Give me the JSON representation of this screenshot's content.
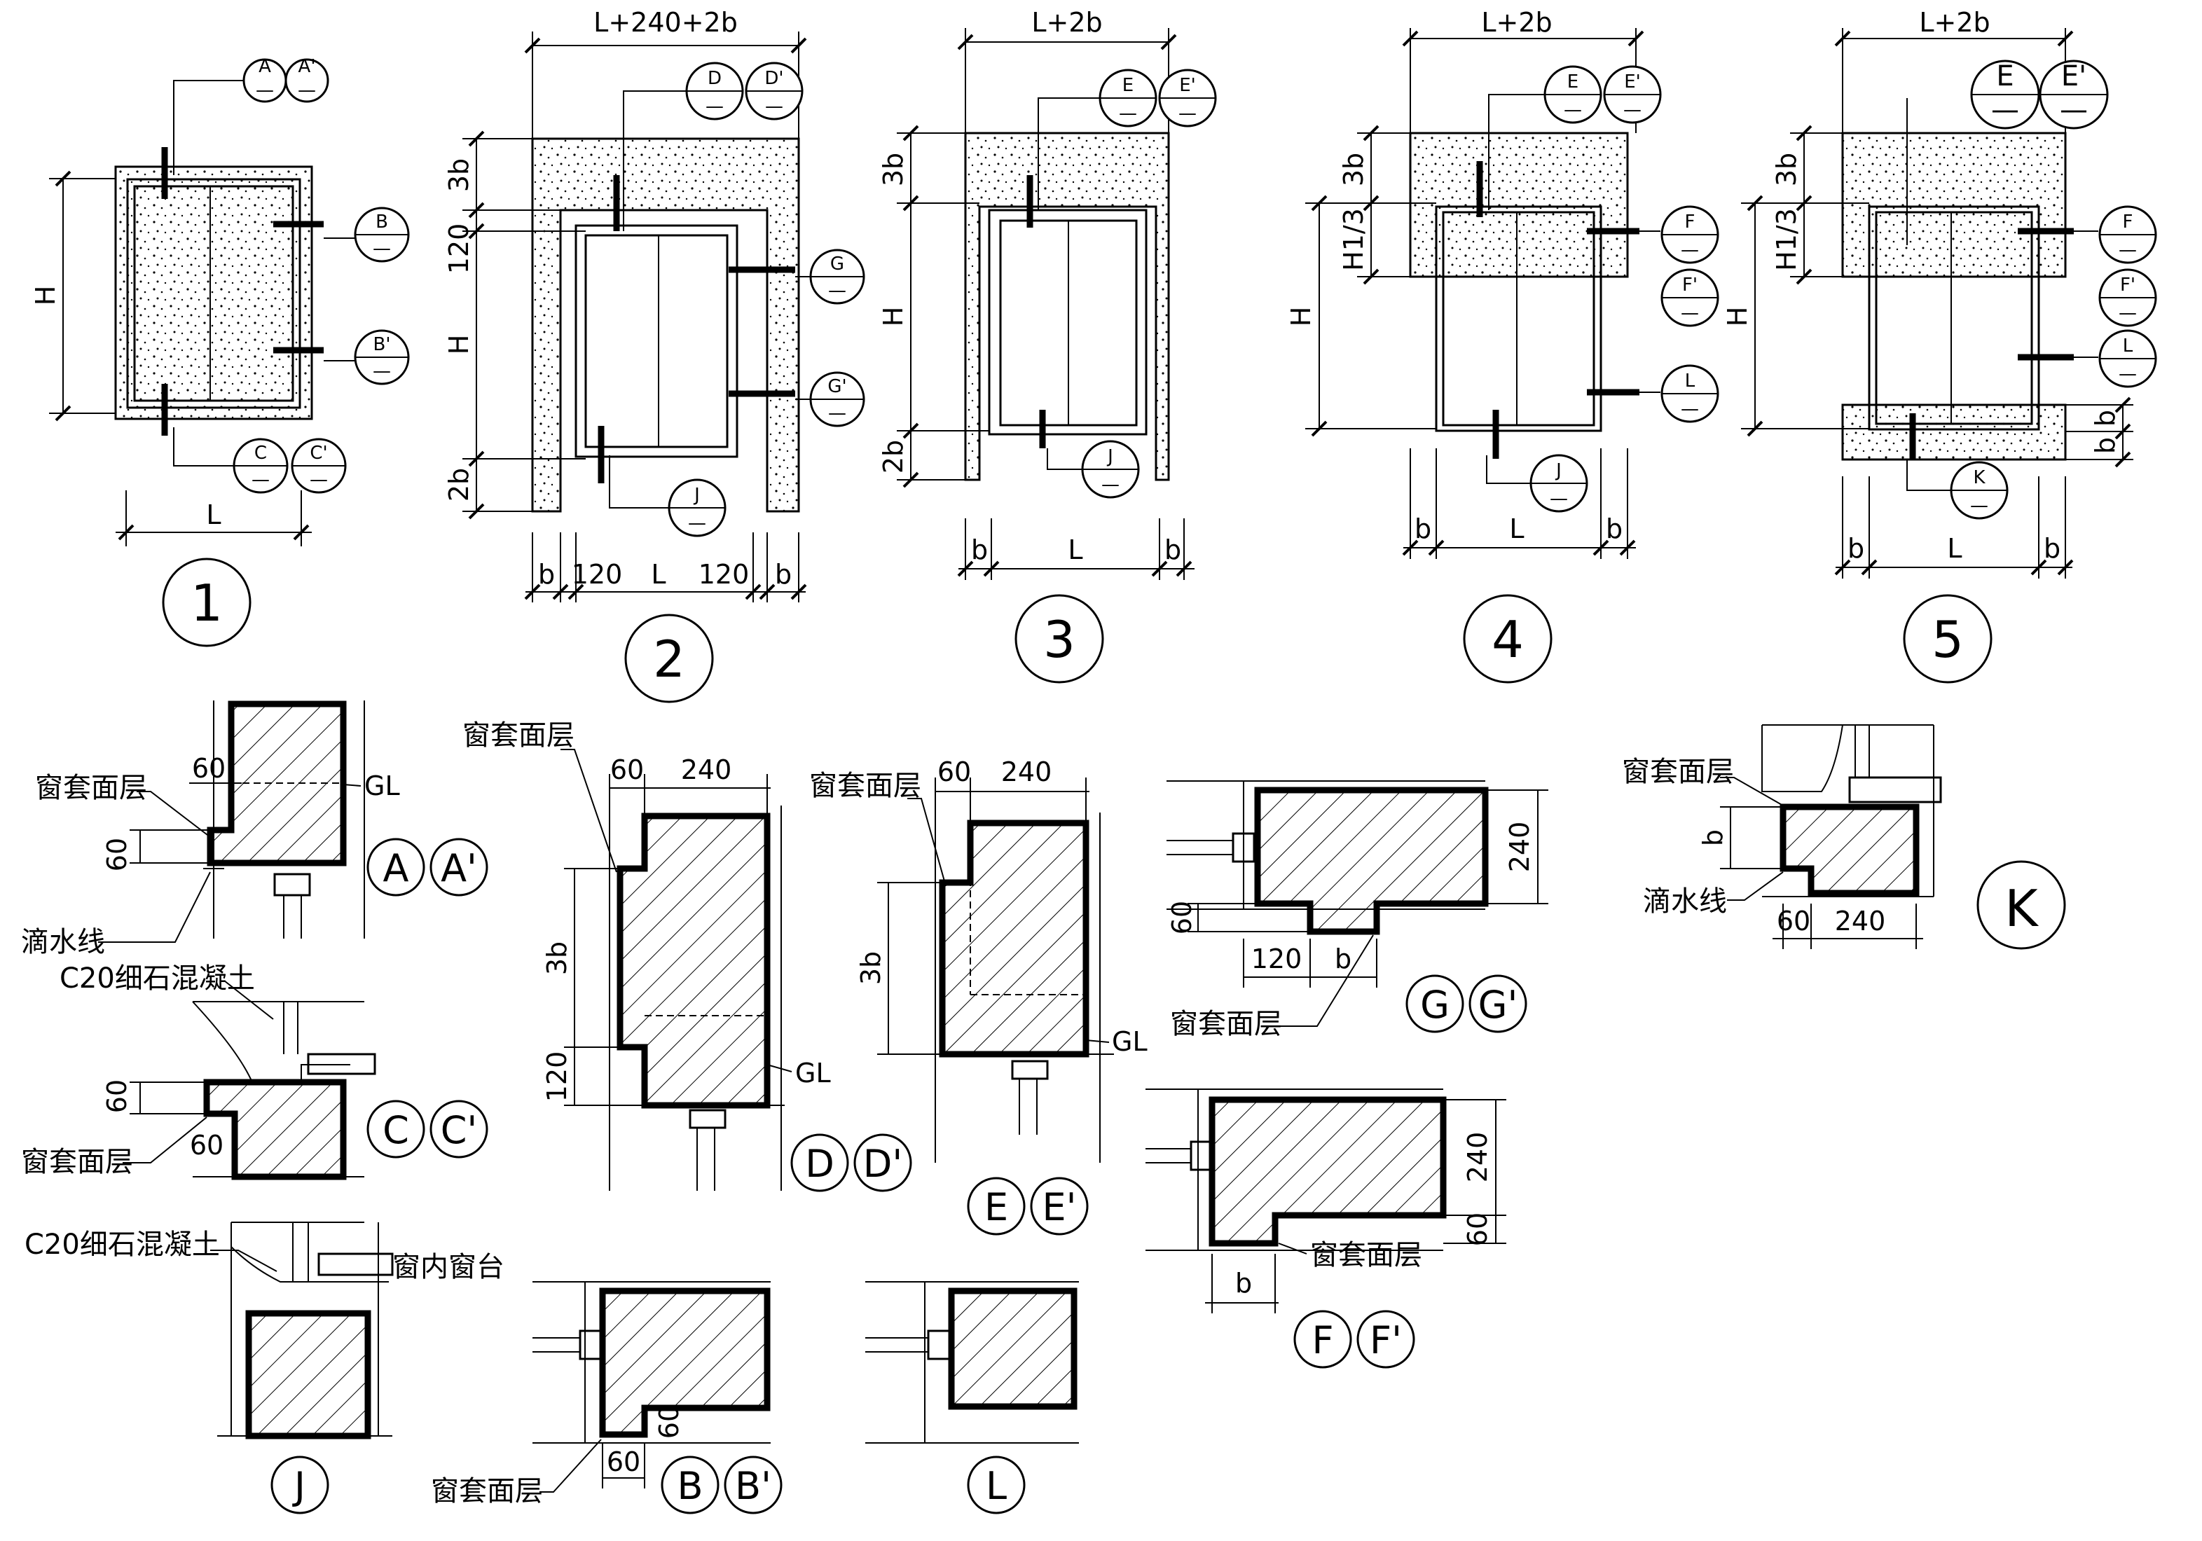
{
  "dims": {
    "L": "L",
    "H": "H",
    "b": "b",
    "three_b": "3b",
    "two_b": "2b",
    "v120": "120",
    "v60": "60",
    "v240": "240",
    "L_240_2b": "L+240+2b",
    "L_2b": "L+2b",
    "H1_3": "H1/3"
  },
  "markers": {
    "A": "A",
    "A2": "A'",
    "B": "B",
    "B2": "B'",
    "C": "C",
    "C2": "C'",
    "D": "D",
    "D2": "D'",
    "E": "E",
    "E2": "E'",
    "F": "F",
    "F2": "F'",
    "G": "G",
    "G2": "G'",
    "J": "J",
    "K": "K",
    "L": "L",
    "dash": "—"
  },
  "elevation_numbers": [
    "1",
    "2",
    "3",
    "4",
    "5"
  ],
  "labels": {
    "cover_layer": "窗套面层",
    "drip_line": "滴水线",
    "c20_concrete": "C20细石混凝土",
    "inner_sill": "窗内窗台",
    "GL": "GL"
  }
}
